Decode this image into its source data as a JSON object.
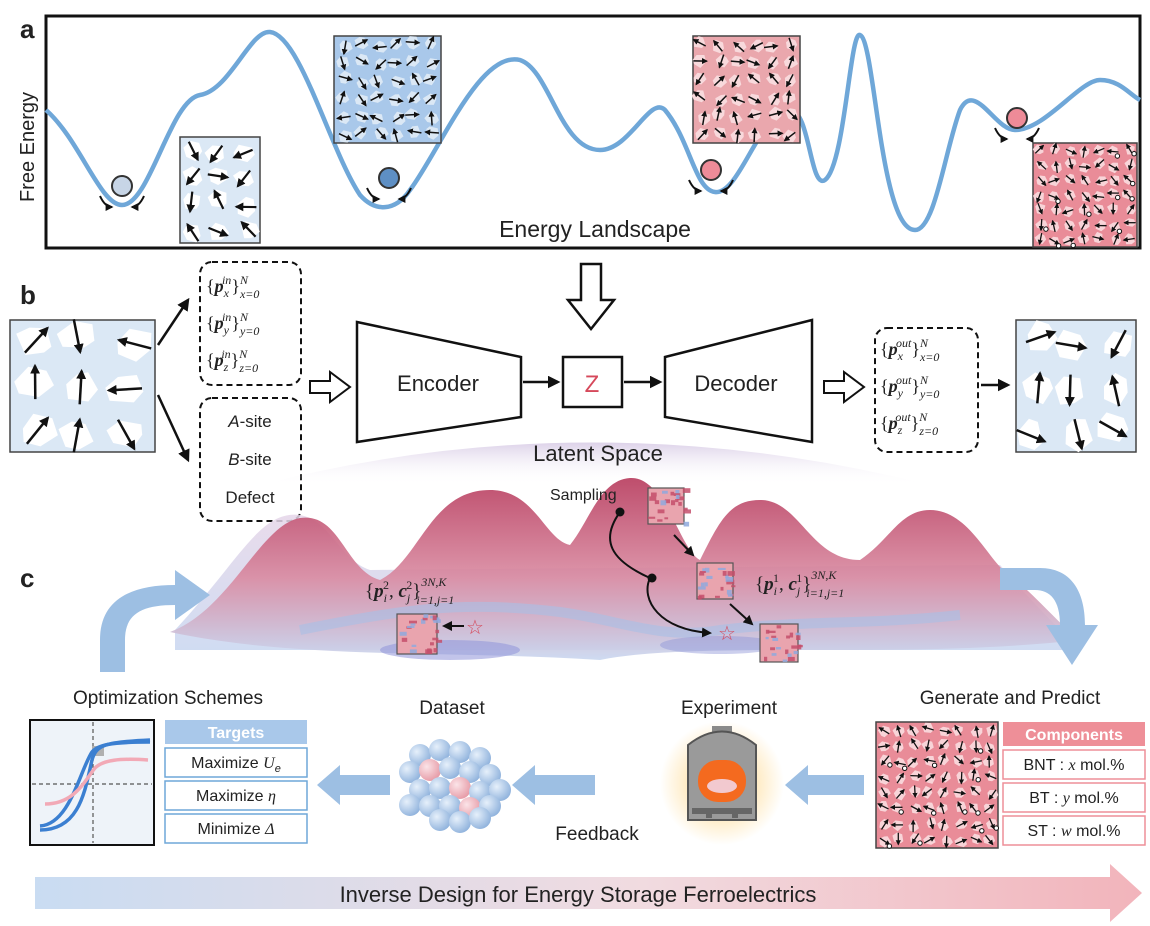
{
  "panel_labels": {
    "a": "a",
    "b": "b",
    "c": "c"
  },
  "panel_a": {
    "y_axis_label": "Free Energy",
    "caption": "Energy Landscape"
  },
  "panel_b": {
    "input_tensors": [
      {
        "p": "p",
        "sub": "x",
        "sup": "in",
        "range_sub": "x=0",
        "range_sup": "N"
      },
      {
        "p": "p",
        "sub": "y",
        "sup": "in",
        "range_sub": "y=0",
        "range_sup": "N"
      },
      {
        "p": "p",
        "sub": "z",
        "sup": "in",
        "range_sub": "z=0",
        "range_sup": "N"
      }
    ],
    "site_labels": [
      {
        "italic": "A",
        "rest": "-site"
      },
      {
        "italic": "B",
        "rest": "-site"
      },
      {
        "italic": "",
        "rest": "Defect"
      }
    ],
    "encoder": "Encoder",
    "latent_symbol": "Z",
    "decoder": "Decoder",
    "output_tensors": [
      {
        "p": "p",
        "sub": "x",
        "sup": "out",
        "range_sub": "x=0",
        "range_sup": "N"
      },
      {
        "p": "p",
        "sub": "y",
        "sup": "out",
        "range_sub": "y=0",
        "range_sup": "N"
      },
      {
        "p": "p",
        "sub": "z",
        "sup": "out",
        "range_sub": "z=0",
        "range_sup": "N"
      }
    ],
    "latent_space": "Latent Space"
  },
  "panel_c": {
    "sampling": "Sampling",
    "set2": {
      "p_sup": "2",
      "c_sup": "2",
      "range_sub": "i=1,j=1",
      "range_sup": "3N,K"
    },
    "set1": {
      "p_sup": "1",
      "c_sup": "1",
      "range_sub": "i=1,j=1",
      "range_sup": "3N,K"
    },
    "optimization_title": "Optimization Schemes",
    "targets_header": "Targets",
    "targets": [
      {
        "text": "Maximize ",
        "sym": "U",
        "sym_sub": "e"
      },
      {
        "text": "Maximize ",
        "sym": "η",
        "sym_sub": ""
      },
      {
        "text": "Minimize ",
        "sym": "Δ",
        "sym_sub": ""
      }
    ],
    "dataset": "Dataset",
    "experiment": "Experiment",
    "feedback": "Feedback",
    "generate_title": "Generate and Predict",
    "components_header": "Components",
    "components": [
      {
        "name": "BNT : ",
        "var": "x",
        "unit": " mol.%"
      },
      {
        "name": "BT : ",
        "var": "y",
        "unit": " mol.%"
      },
      {
        "name": "ST : ",
        "var": "w",
        "unit": " mol.%"
      }
    ],
    "bottom_banner": "Inverse Design for Energy Storage Ferroelectrics"
  },
  "colors": {
    "curve_blue": "#6fa7d8",
    "ball_gray": "#c7d5e6",
    "ball_blue": "#5e8fc4",
    "ball_pink": "#ee8b98",
    "domain_blue_bg": "#dbe8f5",
    "domain_pink_bg": "#eaa7ad",
    "arrow_light_blue": "#9dbfe3",
    "target_header": "#a9c8ea",
    "component_header": "#ee8f98",
    "accent_red": "#d6495b"
  }
}
